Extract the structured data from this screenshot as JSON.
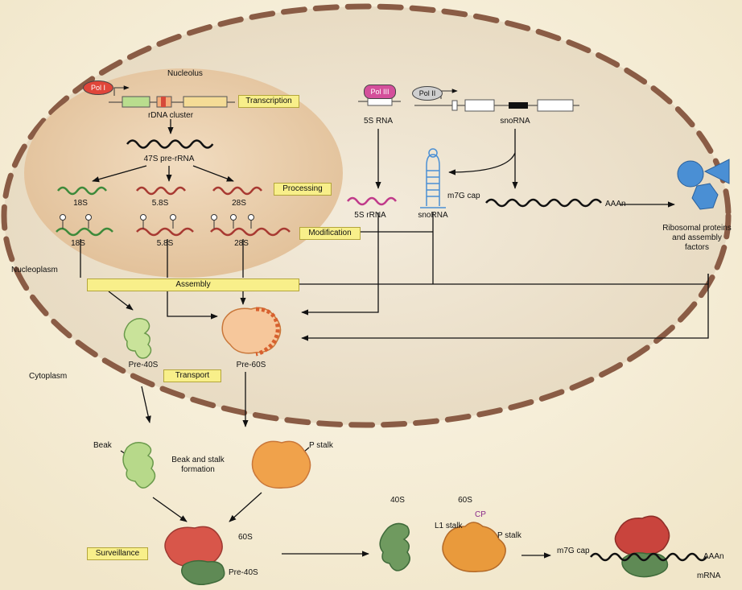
{
  "compartments": {
    "nucleolus": "Nucleolus",
    "nucleoplasm": "Nucleoplasm",
    "cytoplasm": "Cytoplasm"
  },
  "polymerases": {
    "pol1": "Pol I",
    "pol3": "Pol III",
    "pol2": "Pol II"
  },
  "genes": {
    "rdna": "rDNA cluster",
    "s5_gene": "5S RNA",
    "snorna_gene": "snoRNA"
  },
  "rna": {
    "pre_rrna": "47S pre-rRNA",
    "r18s": "18S",
    "r58s": "5.8S",
    "r28s": "28S",
    "mod18s": "18S",
    "mod58s": "5.8S",
    "mod28s": "28S",
    "rrna5s": "5S rRNA",
    "snorna": "snoRNA",
    "cap": "m7G cap",
    "polya": "AAAn"
  },
  "steps": {
    "transcription": "Transcription",
    "processing": "Processing",
    "modification": "Modification",
    "assembly": "Assembly",
    "transport": "Transport",
    "surveillance": "Surveillance"
  },
  "proteins": "Ribosomal proteins and assembly factors",
  "particles": {
    "pre40s": "Pre-40S",
    "pre60s": "Pre-60S",
    "beak": "Beak",
    "beak_stalk": "Beak and stalk formation",
    "p_stalk": "P stalk",
    "s60_surv": "60S",
    "pre40s_surv": "Pre-40S",
    "s40": "40S",
    "s60": "60S",
    "cp": "CP",
    "l1": "L1 stalk",
    "p_stalk2": "P stalk",
    "cap2": "m7G cap",
    "mrna": "mRNA",
    "polya2": "AAAn"
  },
  "colors": {
    "background": "#f6f0df",
    "nucleus": "#ede2cc",
    "nucleolus": "#e6c9a3",
    "envelope": "#8a5c45",
    "step_box": "#f8ef8a",
    "green": "#6a9a4b",
    "red": "#c6443d",
    "orange": "#e99a3c",
    "protein_blue": "#4a8fd4",
    "pol3": "#d44f9b",
    "cp_label": "#8a2a8a"
  }
}
